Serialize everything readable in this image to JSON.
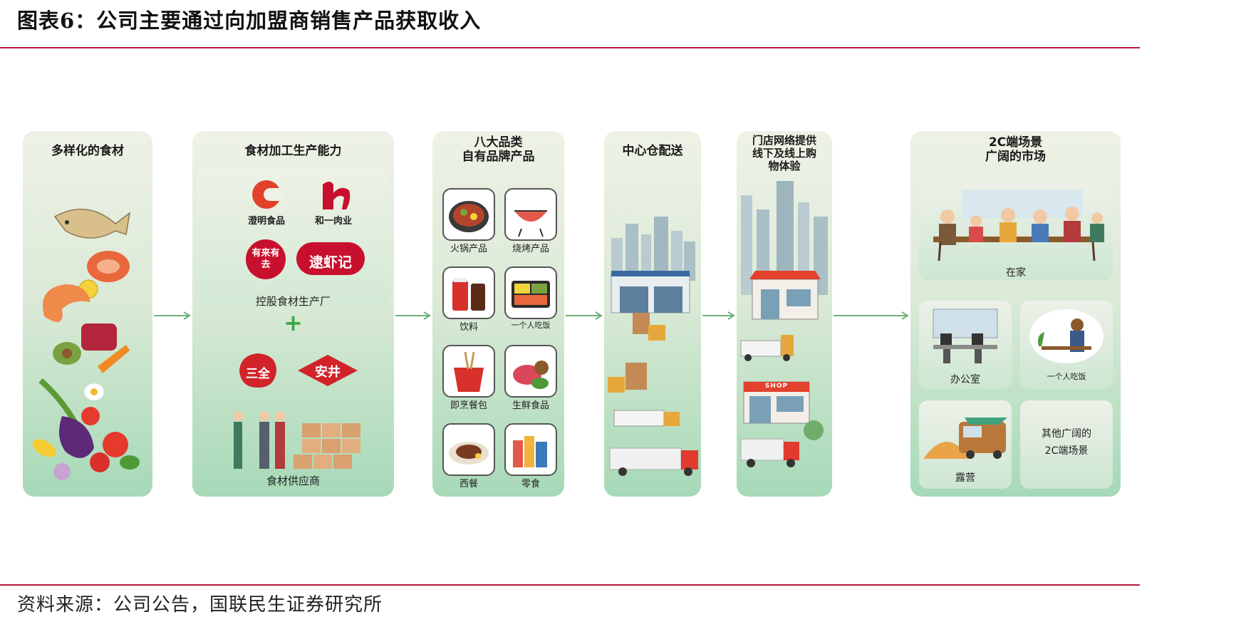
{
  "header": {
    "title": "图表6：公司主要通过向加盟商销售产品获取收入"
  },
  "footer": {
    "source": "资料来源：公司公告，国联民生证券研究所"
  },
  "colors": {
    "accent": "#b8193f",
    "arrow": "#6db07a",
    "panel_top": "#eef2e6",
    "panel_bottom": "#a6d9b7",
    "brand_red": "#c8102e"
  },
  "stages": [
    {
      "title": "多样化的食材"
    },
    {
      "title": "食材加工生产能力",
      "logos": [
        {
          "name": "澄明食品",
          "glyph": "C"
        },
        {
          "name": "和一肉业",
          "glyph": "h"
        },
        {
          "name": "",
          "glyph": "有来有去"
        },
        {
          "name": "",
          "glyph": "逮虾记"
        }
      ],
      "factory_label": "控股食材生产厂",
      "plus": "+",
      "partner_logos": [
        {
          "glyph": "三全"
        },
        {
          "glyph": "安井"
        }
      ],
      "supplier_label": "食材供应商"
    },
    {
      "title_lines": [
        "八大品类",
        "自有品牌产品"
      ],
      "products": [
        "火锅产品",
        "烧烤产品",
        "饮料",
        "一个人吃饭",
        "即烹餐包",
        "生鲜食品",
        "西餐",
        "零食"
      ]
    },
    {
      "title": "中心仓配送"
    },
    {
      "title_lines": [
        "门店网络提供",
        "线下及线上购",
        "物体验"
      ],
      "shop_sign": "SHOP"
    },
    {
      "title_lines": [
        "2C端场景",
        "广阔的市场"
      ],
      "scenes": [
        {
          "label": "在家"
        },
        {
          "label": "办公室"
        },
        {
          "label": "一个人吃饭"
        },
        {
          "label": "露营"
        },
        {
          "label_lines": [
            "其他广阔的",
            "2C端场景"
          ]
        }
      ]
    }
  ]
}
